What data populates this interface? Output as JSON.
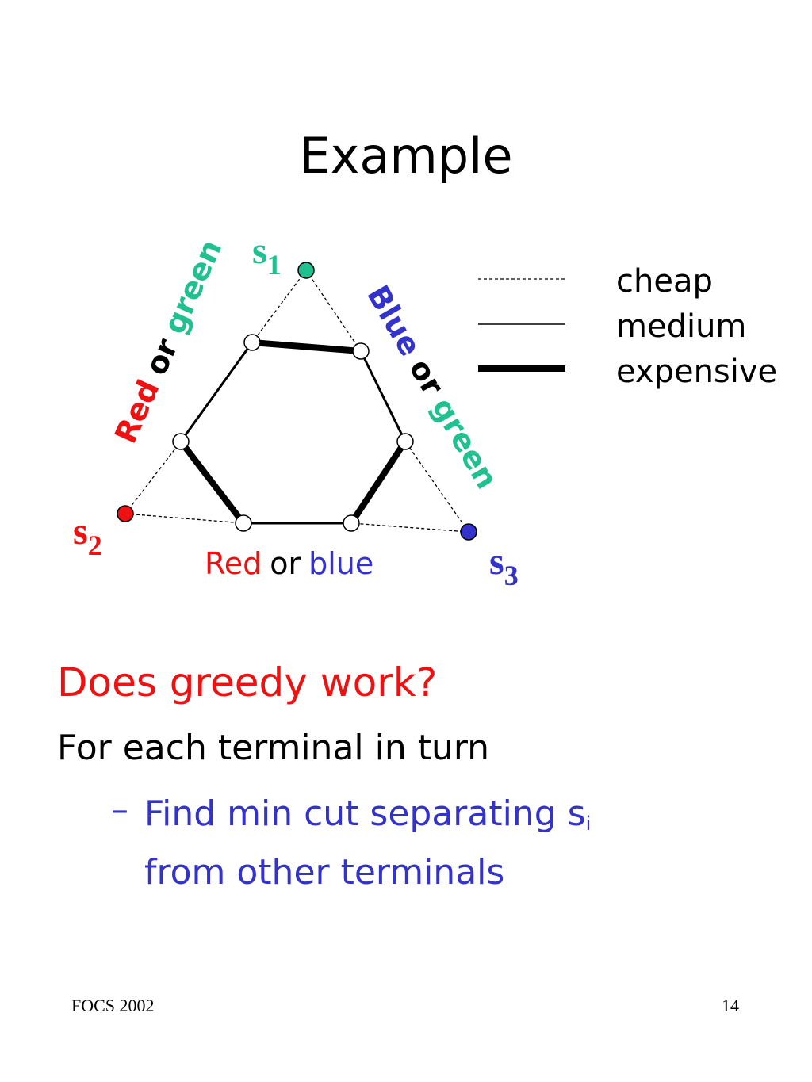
{
  "slide": {
    "title": "Example",
    "question": "Does greedy work?",
    "line1": "For each terminal in turn",
    "bullet_dash": "–",
    "bullet_line1": "Find min cut separating s",
    "bullet_sub": "i",
    "bullet_line2": "from other terminals",
    "footer_left": "FOCS 2002",
    "footer_right": "14"
  },
  "diagram": {
    "terminals": {
      "s1": {
        "letter": "s",
        "sub": "1",
        "color": "#20c090"
      },
      "s2": {
        "letter": "s",
        "sub": "2",
        "color": "#ee1111"
      },
      "s3": {
        "letter": "s",
        "sub": "3",
        "color": "#3333cc"
      }
    },
    "left_label": {
      "a": "Red",
      "or": "or",
      "b": "green"
    },
    "right_label": {
      "a": "Blue",
      "or": "or",
      "b": "green"
    },
    "bottom_label": {
      "a": "Red",
      "or": "or",
      "b": "blue"
    },
    "legend": [
      {
        "style": "dashed",
        "label": "cheap"
      },
      {
        "style": "thin",
        "label": "medium"
      },
      {
        "style": "thick",
        "label": "expensive"
      }
    ],
    "colors": {
      "red": "#ee1111",
      "green": "#20c090",
      "blue": "#3333cc"
    }
  }
}
